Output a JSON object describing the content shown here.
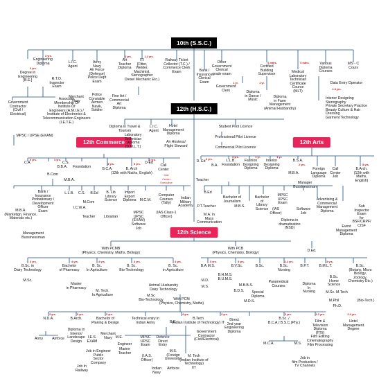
{
  "headers": {
    "ssc": "10th (S.S.C.)",
    "hsc": "12th (H.S.C.)",
    "commerce": "12th Commerce",
    "arts": "12th Arts",
    "science": "12th Science"
  },
  "duration_labels": {
    "y3": "3 yrs.",
    "y2": "2 yrs.",
    "y4": "4 yrs.",
    "y5": "5 yrs.",
    "y1": "1 yr.",
    "y1_2": "1-2 yrs.",
    "y2_3": "2-3 yrs.",
    "y3_4": "3-4 yrs.",
    "y6m": "6 mths."
  },
  "ssc_options": {
    "eng_diploma": "Engineering\nDiploma",
    "degree_eng": "Degree in\nEngineering\n[B.E.]",
    "rto": "R.T.O.\nInspector\nExam",
    "lic": "L.I.C.\nAgent",
    "army": "Army\nNavy\nAir Force\n(Defense)\nPolice Dept\nExam",
    "art_teacher": "Art\nTeacher\nDiploma",
    "iti": "ITI\n(Fitter,\nWelder,\nMachinist,\nStenographer\nDiesel Mechanic Etc.)",
    "railway": "Railway Ticket\nCollector (T.C.) /\nCommerce Clerk\nExam",
    "bank_clerk": "Bank /\nInsurance\nClerical\nExam",
    "other_govt": "Other\nGovernment\nClerical\ngrade exam",
    "certified_plumber": "Certified\nBuilding\nSupervisor",
    "medical_lab": "Medical\nLaboratory\nTechnician\nCertificate\nCourse\n(MLT)",
    "various_diploma": "Various\nDiploma\nCourses",
    "ms_cit": "MS - C\nCours",
    "govt_contractor": "Government\nContractor\n(Civil /\nElectrical)",
    "amie": "Associate\nMembership Of\nInstitute Of\nEngineers (A.M.I.E.) /\nInstitute of Electronics &\nTelecommunication Engineers\n(I.E.T.E.)",
    "merchant_navy": "Merchant\nNavy",
    "police_constable": "Police\nConstable\nAirmen\nNavik,\nSoldier",
    "fine_art": "Fine Art /\nCommercial\nArt\nDiploma",
    "govt_clerk": "Government\nClerk",
    "diploma_dance": "Diploma\nin Dance /\nMusic",
    "diploma_farm": "Diploma\nin Farm\nManagement\n(Animal Husbandry)",
    "data_entry": "Data Entry Operator",
    "interior_list": "Interior Designing\nStenography\nPrivate Secretary Practice\nBeauty Culture & Hair Dressing\nGarment Technology",
    "mpsc": "MPSC / UPSE (EXAM)"
  },
  "hsc_options": {
    "travel": "Diploma in Travel &\nTourism",
    "lab_tech": "Laboratory\nTechnician\nDiploma\n(D.M.L.T.)",
    "lic_agent": "L.I.C.\nAgent",
    "hotel": "Hotel\nManagement\nDiploma",
    "air_hostess": "Air Hostess/\nFlight Steward",
    "student_pilot": "Student Pilot Licence",
    "pro_pilot": "Professional Pilot Licence",
    "comm_pilot": "Commercial Pilot Licence"
  },
  "commerce": {
    "ca": "C.A.",
    "bba": "B.B.A.",
    "cs": "C.S.",
    "foundation": "Foundation",
    "bcom": "B.Com",
    "bca": "B.C.A.",
    "barch": "B. Arch\n(12th with Maths, English)",
    "ded": "D-Ed",
    "call_center": "Call\nCenter",
    "call_center_note": "Call\nCenter\nExecutive",
    "mba": "M.B.A.",
    "bank": "Bank /\nInsurance\nProbationary /\nDevelopment\nOfficer\nExam",
    "llb": "L.L.B.",
    "cs2": "C.S.",
    "mcom": "M.Com",
    "bed": "B.Ed",
    "icwa": "I.C.W.A.",
    "bl_science": "B. Lib\nLibrary\nScience",
    "import_export": "Import\nExport\nDiploma",
    "mcm": "M.C.M.",
    "computer_courses": "Computer\nCourses\n(Tally)",
    "ias": "(IAS Class-1\nOfficer)",
    "military": "Indian\nMilitary\nAcademy",
    "mba2": "M.B.A.\n(Marketign, Finance,\nMaterials etc.)",
    "teacher": "Teacher",
    "librarian": "Librarian",
    "software_job": "Software\nJob",
    "mpsc_upsc": "MPSC\nUPSC\n(EXAM)",
    "mgmt_business": "Management\nBussinessman"
  },
  "arts": {
    "ded": "D. Ed",
    "ba": "B.A.",
    "llb": "L.L.B.\nFoundation",
    "fashion": "Fashion\nDesigning\nDiploma",
    "interior": "Interior\nDesigning\nDiploma",
    "bsa": "B.S.A.",
    "foreign_lang": "Foreign\nLanguage\nDiploma",
    "call_center": "Call\nCenter\nJob",
    "barch": "B.Arch.\n(12th with Maths,\nEnglish)",
    "teacher": "Teacher",
    "mba": "M.B.A.",
    "manager_business": "Manager\nBussinessman",
    "bed": "B.Ed",
    "pteacher": "P.T.Teacher",
    "journalism": "Bachelor of\nJournalism",
    "mbs": "M.B.S.",
    "bachelor_library": "Bachelor\nof\nLibrary\nScience",
    "mpsc": "MPSC\nUPSC\nExam",
    "ias_officer": "(IAS\nOfficer)",
    "software": "Software\nJob",
    "advertising": "Advertising &\nCommercial\nManagement\nDiploma",
    "sub_inspector": "Sub\nInspector\nExam\nfor\nBSF/CRPF/\nCISF",
    "event_mgmt": "Event\nManagement\nDiploma",
    "mass_comm": "M.A. in\nMass\nCommunication",
    "drama": "Diploma in\ndramatisation\n(NSD)"
  },
  "science": {
    "pcmb": "With PCMB\n(Physics, Chemistry, Maths, Biology)",
    "pcb": "With PCB\n(Physics, Chemistry, Biology)",
    "ded": "D.Ed.",
    "bsc_dairy": "B.Sc. in\nDairy Technology",
    "b_pharmacy": "Bachelor\nof Pharmacy",
    "bsc_agri": "B. Sc.\nIn Agriculture",
    "bsc_biotech": "B. Sc.\nBio-Technology",
    "bsc_agri2": "B. Sc.\nin Agriculture",
    "bvsc": "B.V.Sc.",
    "bams": "B.A.M.S.",
    "bhms": "B.H.M.S.\nB.U.M.S.",
    "bsc_pcb": "B.Sc.",
    "bds": "B.D.S.",
    "bsc_nursing": "B.Sc.\nNursing",
    "bpt": "B.P.T.",
    "bmlt": "B.M.L.T.",
    "bsc_home": "B.Sc.\nHome\nScience",
    "bsc_botany": "B.Sc.\n(Botany, Micro Biology,\nZoology,\nChemistry Etc.)",
    "msc": "M.Sc.",
    "mpharm": "Master\nin Pharmacy",
    "mtech_agri": "M. Tech.\nIn Agriculture",
    "msc_biotech": "M.Sc\nBio-Technology",
    "animal_husbandry": "Animal Husbandry\nDairy Technology",
    "with_pcm": "With PCM\n(Physics, Chemistry, Maths)",
    "md": "M.D.",
    "ms": "M.S.",
    "mbbs": "M.B.B.S.",
    "special_diploma": "Special\nDiploma",
    "paramedical": "Paramedical\nCourses",
    "diploma_nursing": "Diploma\nIn\nNursing",
    "mds": "M.D.S.",
    "mphil": "M.Phil",
    "msc_mtech": "M.Sc. M.Tech",
    "phd": "Ph.D.",
    "btech": "(Bio-Tech.)",
    "nda": "N.D.A.",
    "barch": "B.Arch.",
    "planning": "Bachelor of\nPlaning & Design",
    "technical_army": "Technical entry in\nIndian Army",
    "be": "B.E.",
    "btech2": "B.Tech\n(Indian Institute of Technology) IT",
    "direct_engineering": "Direct\n2nd year\nEngineering\nDiploma",
    "bsc_bca": "B.Sc. /\nB.C.A./ B.S.C.(Phy.)",
    "film": "Film &\nTelevision\nDiploma\n(FTII)\nFilm Editing\nCinematography\nFilm Processing",
    "hotel_mgmt": "Hotel\nManagement\nDegree",
    "army": "Army",
    "airforce": "Airforce",
    "diploma_interior": "Diploma In\nInterior/\nLandscape\nDesign",
    "ies": "I.E.S.\nEXAM",
    "merchant_navy": "Merchant\nNavy",
    "me": "M.E.",
    "engineer": "Engineer",
    "mpsc_upsc": "MPSC\nUPSC\nExam",
    "defence": "Defence\nDirect\nEntry",
    "govt_contractor": "Government\nContractor\n(Civil/Electrical)",
    "mca": "M.C.A.",
    "msc2": "M.S.",
    "mtech_iit": "M. Tech\n(Indian Institute of\nTechnology)\nIIT",
    "job_railway": "Job In\nRailway",
    "job_engineer": "Job in Engineer\nPublic\nSector\nCompany",
    "marine": "Marine\nTeacher",
    "ias_officer": "(I.A.S.\nOfficer)",
    "indian_navy": "Indian\nNavy",
    "airforce2": "Airforce",
    "ms_foreign": "M.S.\n(Foreign\nUniversity)",
    "job_film": "Job in\nfilm Production /\nTV Channels"
  }
}
